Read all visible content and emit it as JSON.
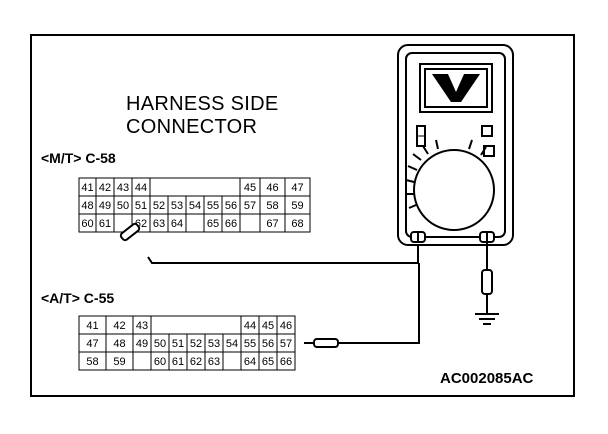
{
  "title_line1": "HARNESS SIDE",
  "title_line2": "CONNECTOR",
  "connector_mt": {
    "label": "<M/T> C-58",
    "rows": [
      [
        "41",
        "42",
        "43",
        "44",
        "",
        "",
        "",
        "",
        "",
        "45",
        "46",
        "47"
      ],
      [
        "48",
        "49",
        "50",
        "51",
        "52",
        "53",
        "54",
        "55",
        "56",
        "57",
        "58",
        "59"
      ],
      [
        "60",
        "61",
        "",
        "62",
        "63",
        "64",
        "",
        "65",
        "66",
        "",
        "67",
        "68"
      ]
    ]
  },
  "connector_at": {
    "label": "<A/T> C-55",
    "rows": [
      [
        "41",
        "42",
        "43",
        "",
        "",
        "",
        "",
        "",
        "44",
        "45",
        "46"
      ],
      [
        "47",
        "48",
        "49",
        "50",
        "51",
        "52",
        "53",
        "54",
        "55",
        "56",
        "57"
      ],
      [
        "58",
        "59",
        "",
        "60",
        "61",
        "62",
        "63",
        "",
        "64",
        "65",
        "66"
      ]
    ]
  },
  "meter": {
    "display_symbol": "V"
  },
  "drawing_code": "AC002085AC",
  "colors": {
    "ink": "#000000",
    "background": "#ffffff"
  }
}
